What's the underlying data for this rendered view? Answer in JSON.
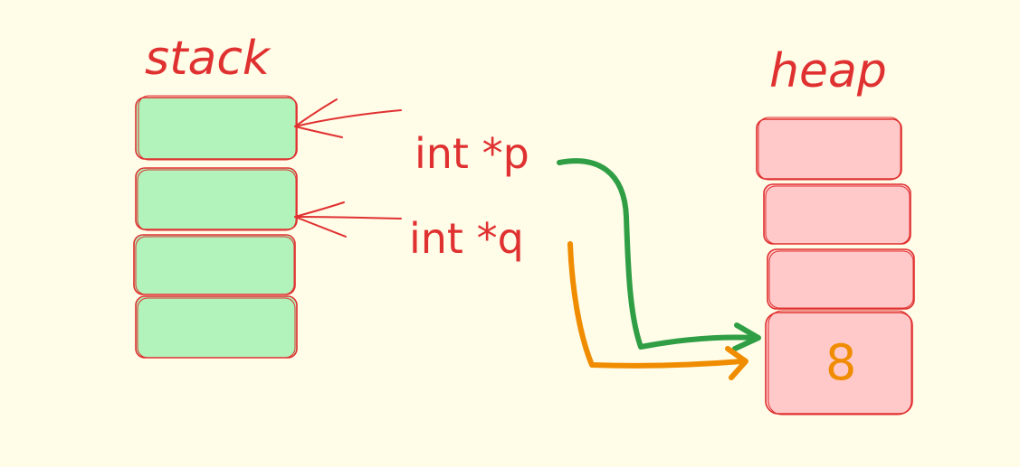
{
  "labels": {
    "stack": "stack",
    "heap": "heap",
    "pointer_p": "int *p",
    "pointer_q": "int *q",
    "heap_value": "8"
  },
  "colors": {
    "background": "#fffce8",
    "stack_fill": "#b2f2bb",
    "heap_fill": "#ffc9c9",
    "stroke_red": "#e03131",
    "arrow_green": "#2f9e44",
    "arrow_orange": "#f08c00",
    "value_orange": "#f08c00"
  }
}
